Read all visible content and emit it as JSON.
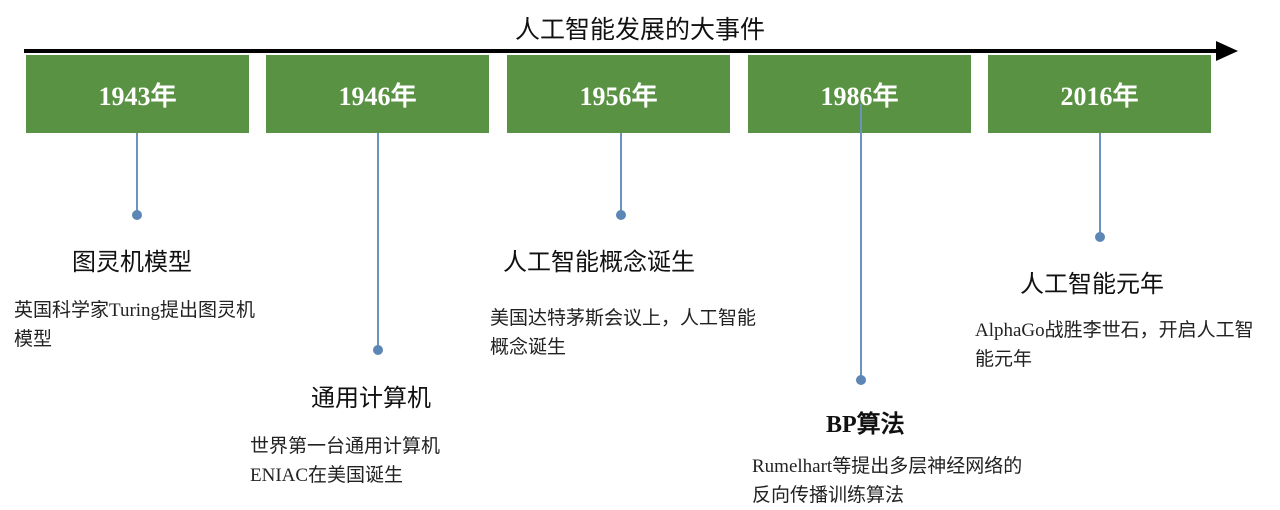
{
  "title": "人工智能发展的大事件",
  "events": [
    {
      "year": "1943年",
      "title": "图灵机模型",
      "desc": "英国科学家Turing提出图灵机模型"
    },
    {
      "year": "1946年",
      "title": "通用计算机",
      "desc": "世界第一台通用计算机ENIAC在美国诞生"
    },
    {
      "year": "1956年",
      "title": "人工智能概念诞生",
      "desc": "美国达特茅斯会议上，人工智能概念诞生"
    },
    {
      "year": "1986年",
      "title": "BP算法",
      "desc": "Rumelhart等提出多层神经网络的反向传播训练算法"
    },
    {
      "year": "2016年",
      "title": "人工智能元年",
      "desc": "AlphaGo战胜李世石，开启人工智能元年"
    }
  ],
  "colors": {
    "year_box": "#5a9244",
    "connector": "#6b93bc",
    "axis": "#000000"
  }
}
